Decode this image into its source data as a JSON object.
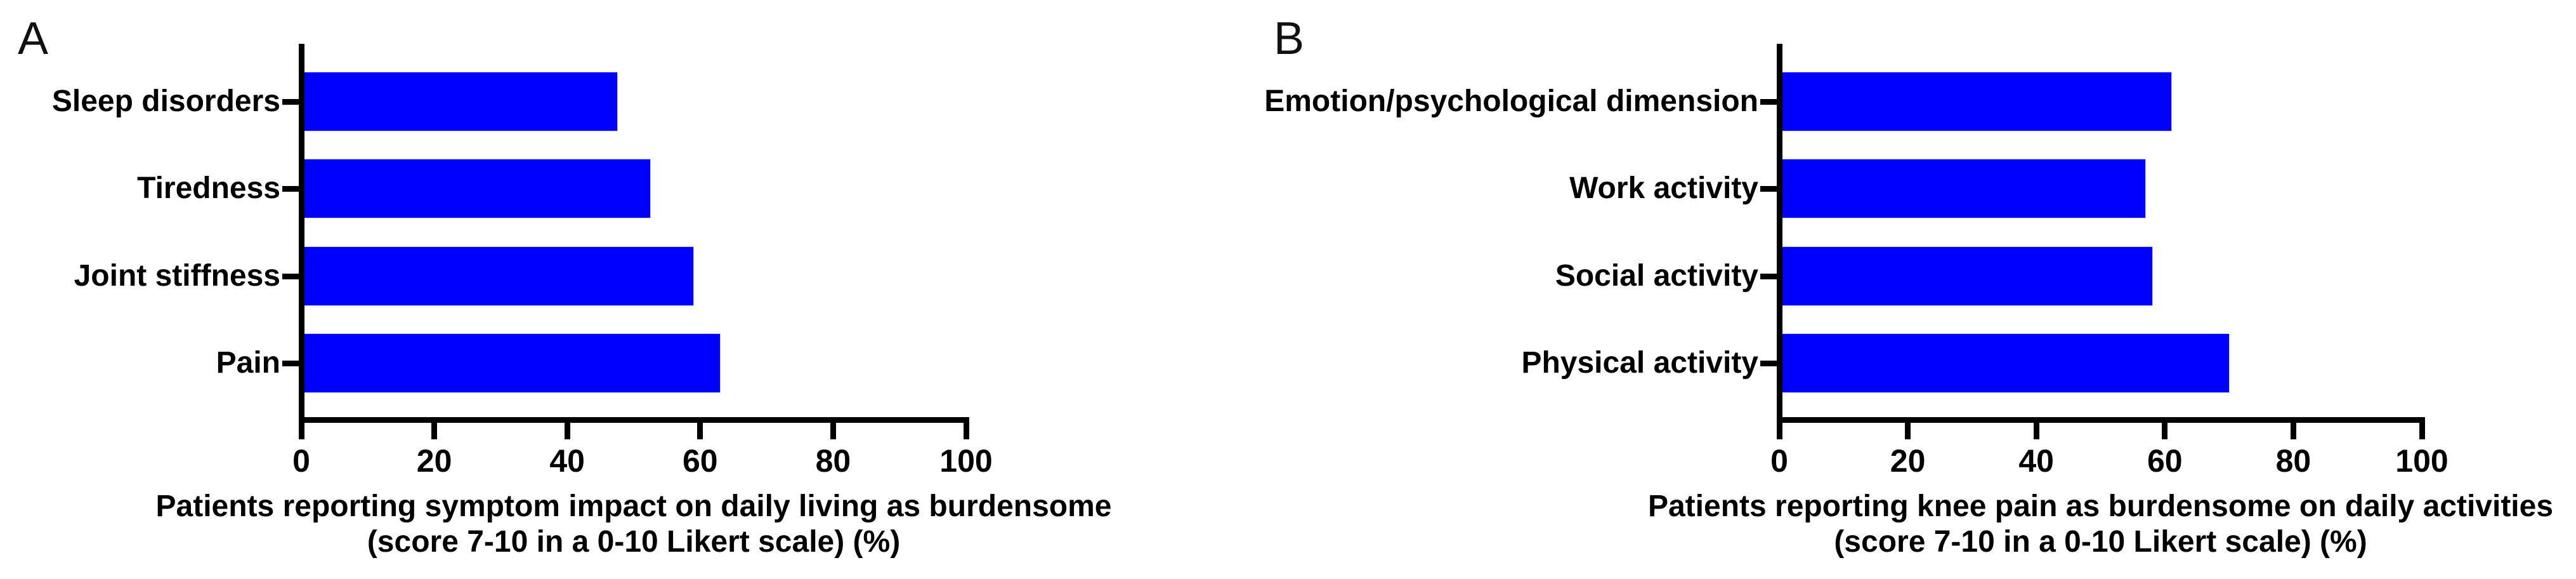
{
  "figure": {
    "background_color": "#ffffff",
    "bar_color": "#0000ff",
    "axis_color": "#000000",
    "text_color": "#000000"
  },
  "chart_data": [
    {
      "type": "bar",
      "panel_label": "A",
      "orientation": "horizontal",
      "categories": [
        "Sleep disorders",
        "Tiredness",
        "Joint stiffness",
        "Pain"
      ],
      "values": [
        47.5,
        52.5,
        59,
        63
      ],
      "value_unit": "%",
      "xlim": [
        0,
        100
      ],
      "xticks": [
        0,
        20,
        40,
        60,
        80,
        100
      ],
      "grid": false,
      "legend": null,
      "bar_color": "#0000ff",
      "xlabel": "Patients reporting symptom impact on daily living as burdensome (score 7-10 in a 0-10 Likert scale) (%)",
      "xlabel_lines": [
        "Patients reporting symptom impact on daily living as burdensome",
        "(score 7-10 in a 0-10 Likert scale) (%)"
      ],
      "ylabel": ""
    },
    {
      "type": "bar",
      "panel_label": "B",
      "orientation": "horizontal",
      "categories": [
        "Emotion/psychological dimension",
        "Work activity",
        "Social activity",
        "Physical activity"
      ],
      "values": [
        61,
        57,
        58,
        70
      ],
      "value_unit": "%",
      "xlim": [
        0,
        100
      ],
      "xticks": [
        0,
        20,
        40,
        60,
        80,
        100
      ],
      "grid": false,
      "legend": null,
      "bar_color": "#0000ff",
      "xlabel": "Patients reporting knee pain as burdensome on daily activities (score 7-10 in a 0-10 Likert scale) (%)",
      "xlabel_lines": [
        "Patients reporting knee pain as burdensome on daily activities",
        "(score 7-10 in a 0-10 Likert scale) (%)"
      ],
      "ylabel": ""
    }
  ]
}
